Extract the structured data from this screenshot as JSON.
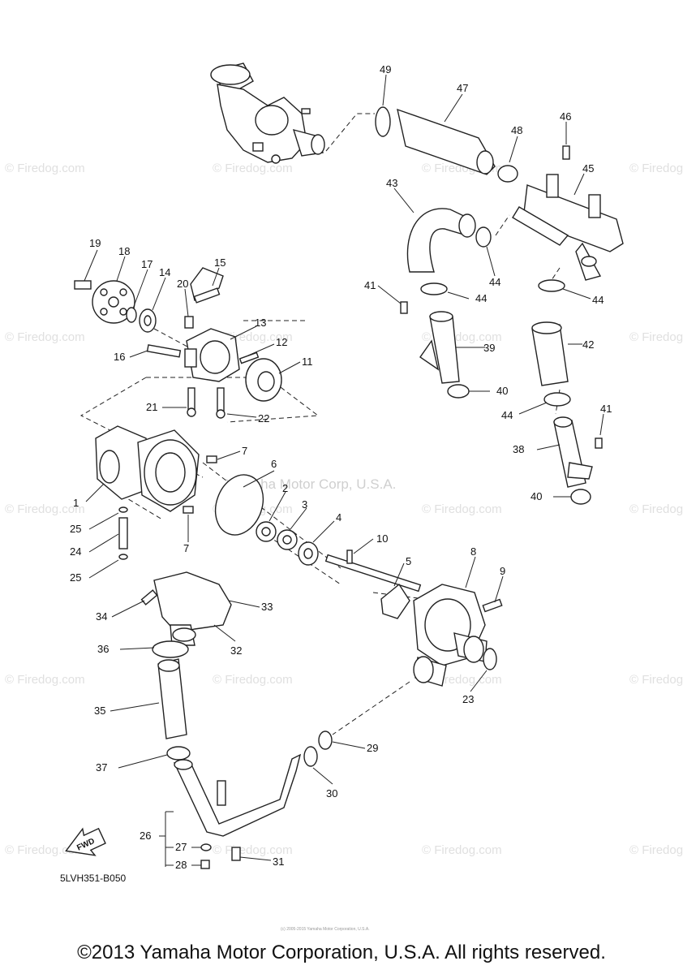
{
  "watermark": {
    "text": "© Firedog.com",
    "center_text": "Yamaha Motor Corp, U.S.A."
  },
  "diagram_code": "5LVH351-B050",
  "fwd_label": "FWD",
  "tiny_copyright": "(c) 2005-2015 Yamaha Motor Corporation, U.S.A.",
  "copyright": "©2013 Yamaha Motor Corporation, U.S.A. All rights reserved.",
  "parts": {
    "p1": "1",
    "p2": "2",
    "p3": "3",
    "p4": "4",
    "p5": "5",
    "p6": "6",
    "p7a": "7",
    "p7b": "7",
    "p8": "8",
    "p9": "9",
    "p10": "10",
    "p11": "11",
    "p12": "12",
    "p13": "13",
    "p14": "14",
    "p15": "15",
    "p16": "16",
    "p17": "17",
    "p18": "18",
    "p19": "19",
    "p20": "20",
    "p21": "21",
    "p22": "22",
    "p23": "23",
    "p24": "24",
    "p25a": "25",
    "p25b": "25",
    "p26": "26",
    "p27": "27",
    "p28": "28",
    "p29": "29",
    "p30": "30",
    "p31": "31",
    "p32": "32",
    "p33": "33",
    "p34": "34",
    "p35": "35",
    "p36": "36",
    "p37": "37",
    "p38": "38",
    "p39": "39",
    "p40a": "40",
    "p40b": "40",
    "p41a": "41",
    "p41b": "41",
    "p42": "42",
    "p43": "43",
    "p44a": "44",
    "p44b": "44",
    "p44c": "44",
    "p44d": "44",
    "p44e": "44",
    "p45": "45",
    "p46": "46",
    "p47": "47",
    "p48": "48",
    "p49": "49"
  }
}
